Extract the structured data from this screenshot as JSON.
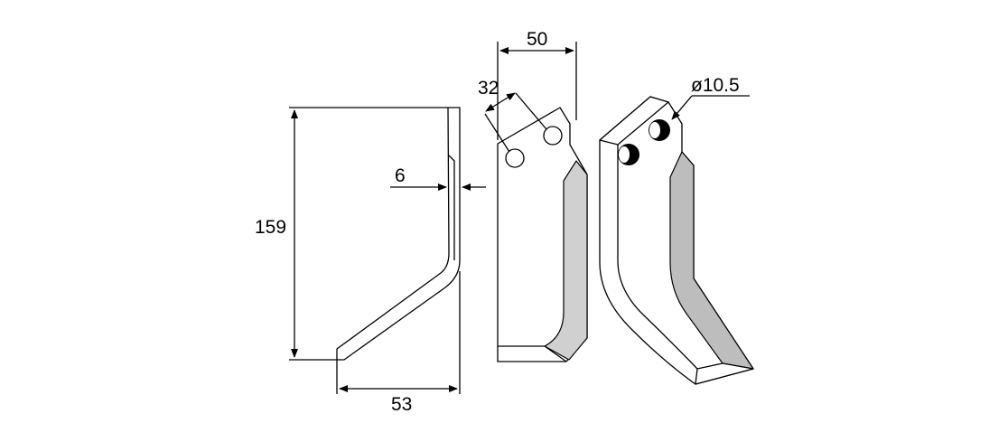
{
  "dimensions": {
    "height": "159",
    "thickness": "6",
    "width": "53",
    "hole_spacing_horizontal": "50",
    "hole_spacing_diagonal": "32",
    "hole_diameter": "ø10.5"
  },
  "colors": {
    "line": "#000000",
    "bevel": "#d0d0d0",
    "background": "#ffffff"
  }
}
